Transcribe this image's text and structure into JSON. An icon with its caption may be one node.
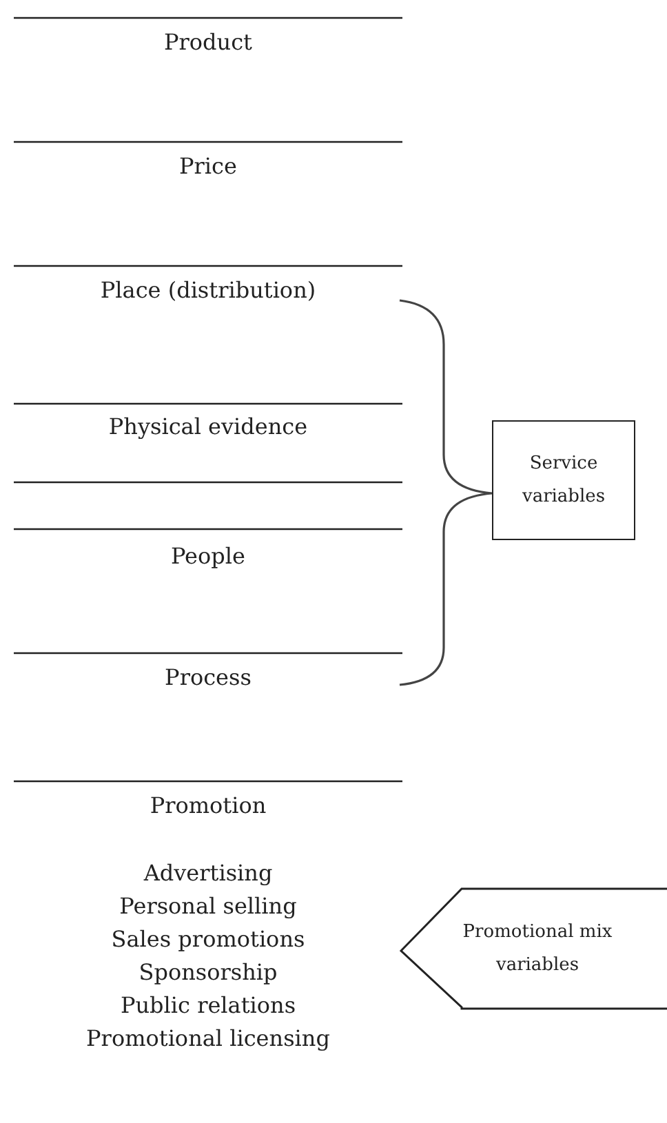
{
  "diagram": {
    "nodes": [
      {
        "text": [
          "Service variables"
        ]
      },
      {
        "text": [
          "Promotional mix variables"
        ]
      }
    ],
    "labels": [
      "Product",
      "Price",
      "Place (distribution)",
      "Physical evidence",
      "People",
      "Process",
      "Promotion",
      "Advertising",
      "Personal selling",
      "Sales promotions",
      "Sponsorship",
      "Public relations",
      "Promotional licensing"
    ]
  }
}
